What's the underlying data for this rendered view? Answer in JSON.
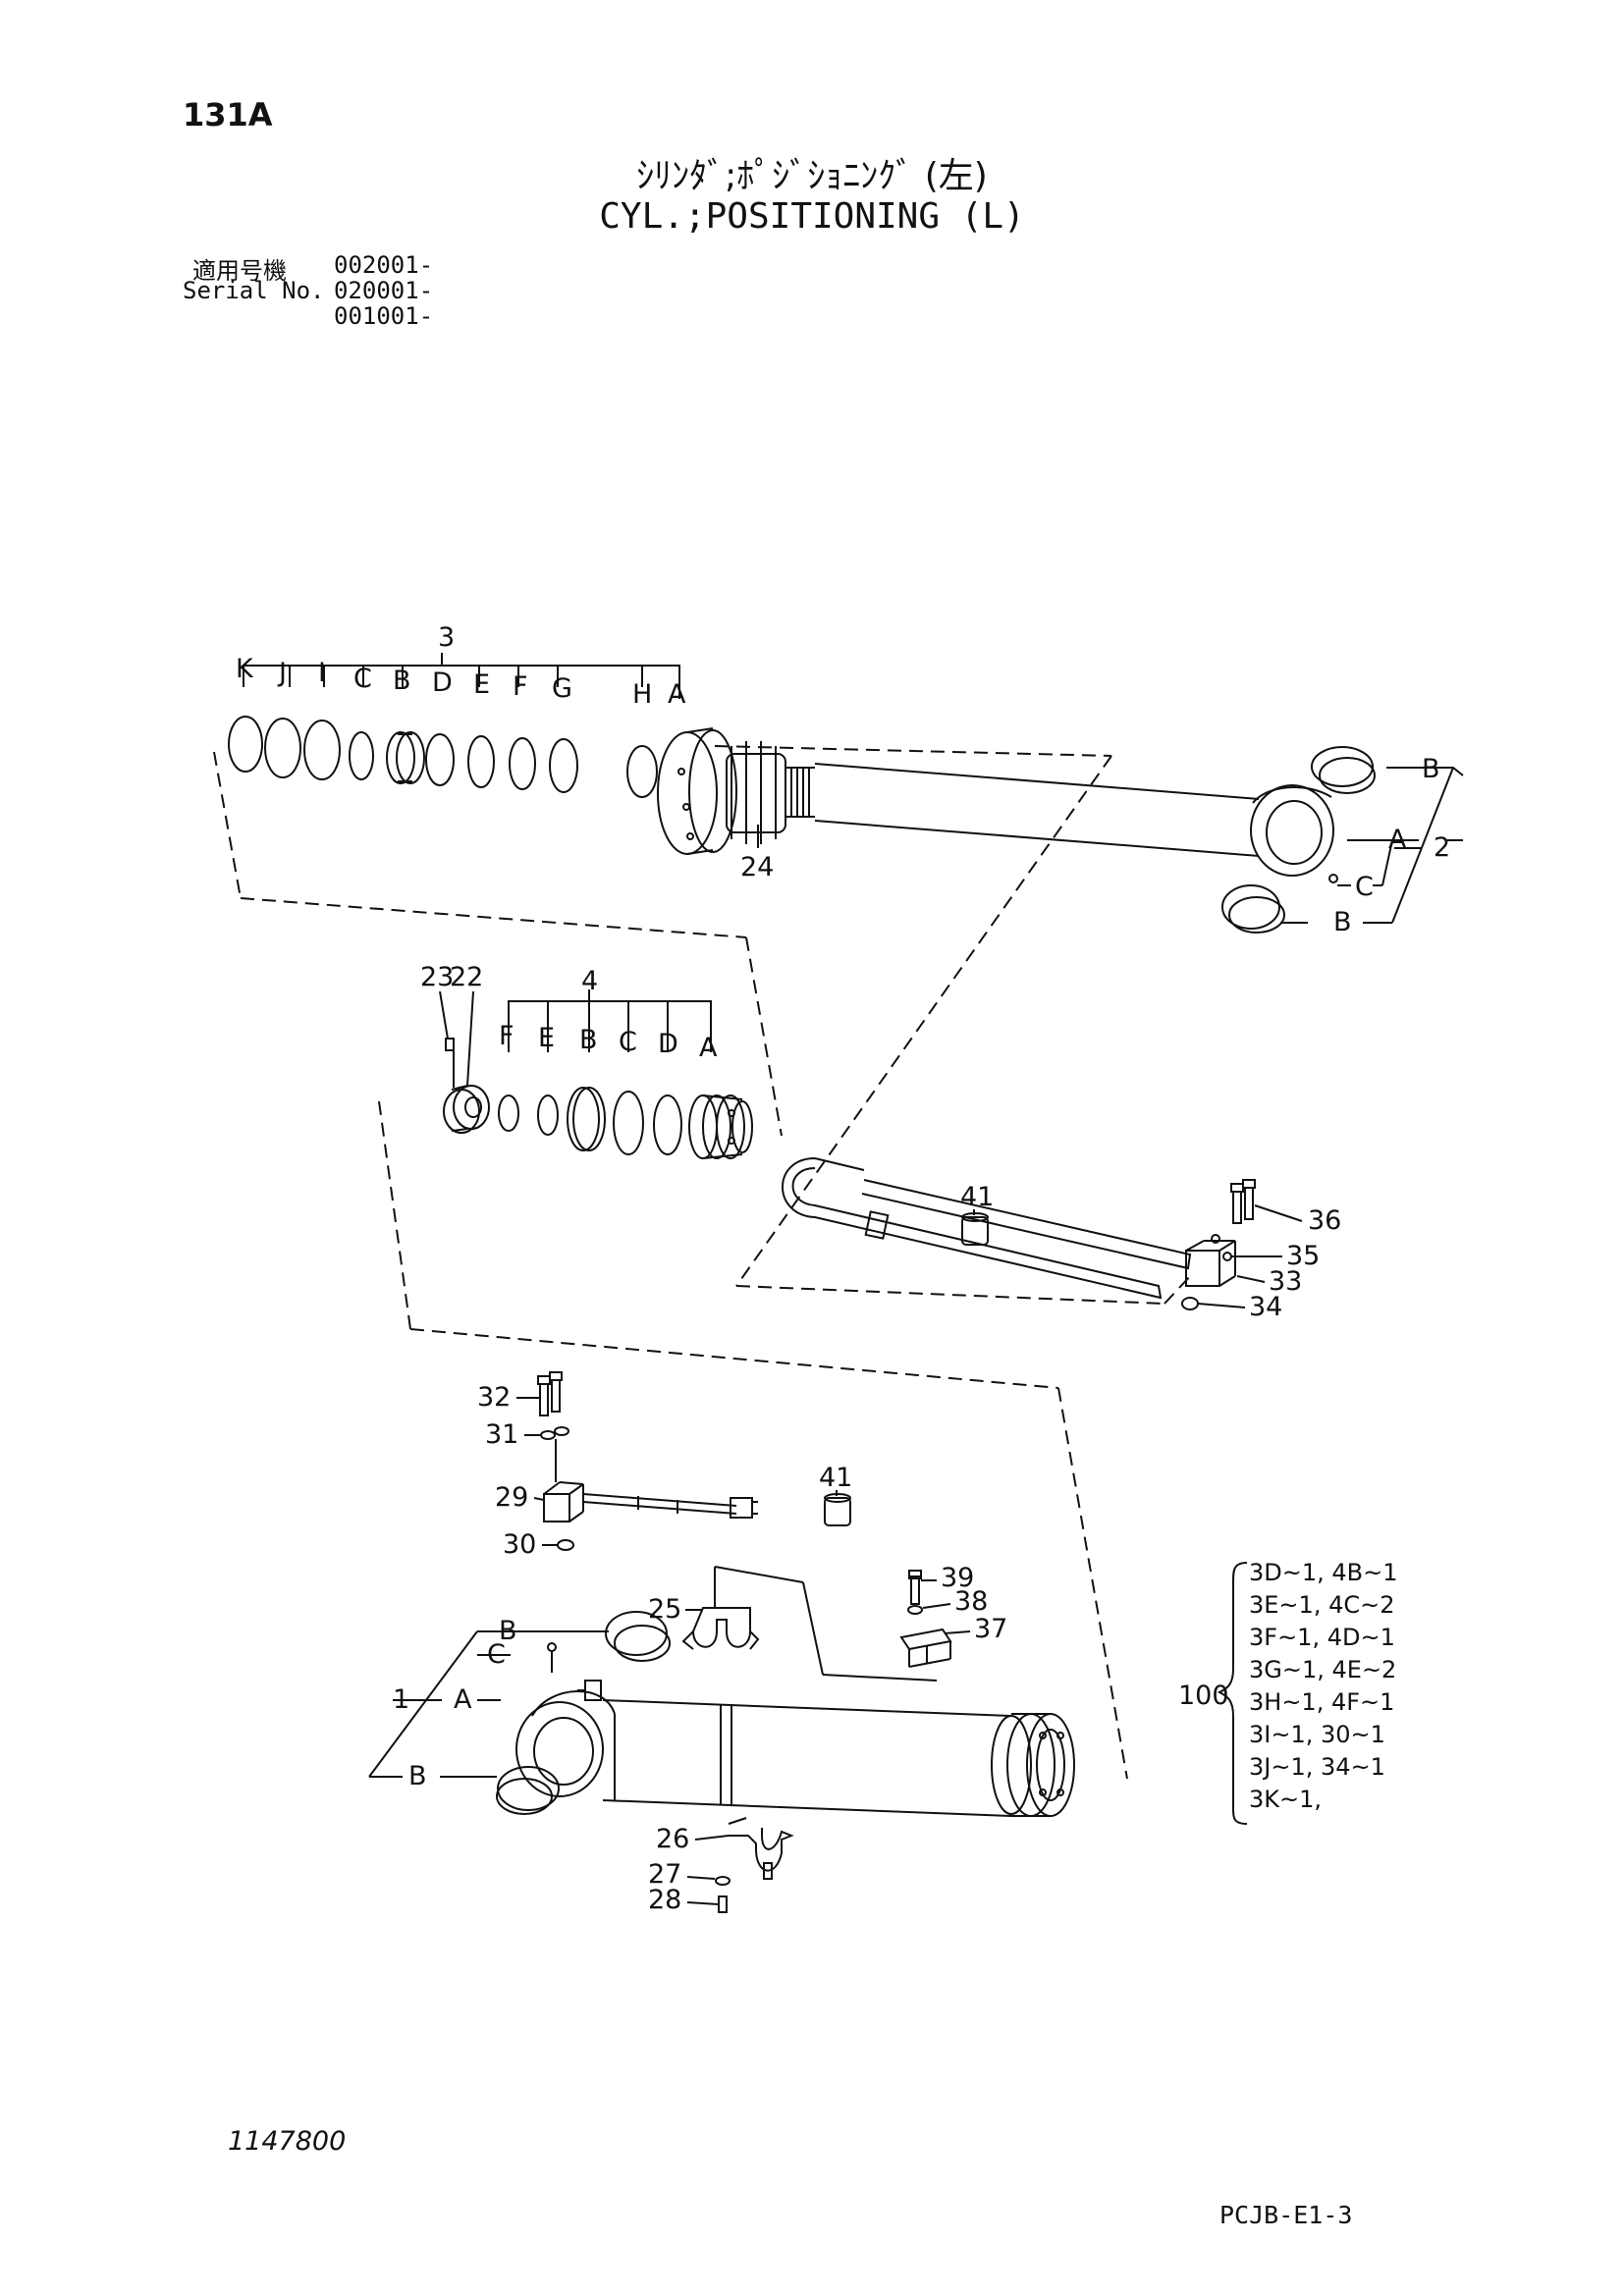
{
  "header": {
    "page_code": "131A",
    "title_jp": "ｼﾘﾝﾀﾞ;ﾎﾟｼﾞｼｮﾆﾝｸﾞ (左)",
    "title_en": "CYL.;POSITIONING (L)",
    "serial_label_jp": "適用号機",
    "serial_label_en": "Serial No.",
    "serial_numbers": [
      "002001-",
      "020001-",
      "001001-"
    ]
  },
  "footer": {
    "drawing_number": "1147800",
    "sheet_code": "PCJB-E1-3"
  },
  "callouts": {
    "rod_seal_kit": "3",
    "piston_seal_kit": "4",
    "rod_assembly": "2",
    "cylinder_assembly": "1",
    "kit_100": "100",
    "p22": "22",
    "p23": "23",
    "p24": "24",
    "p25": "25",
    "p26": "26",
    "p27": "27",
    "p28": "28",
    "p29": "29",
    "p30": "30",
    "p31": "31",
    "p32": "32",
    "p33": "33",
    "p34": "34",
    "p35": "35",
    "p36": "36",
    "p37": "37",
    "p38": "38",
    "p39": "39",
    "p41a": "41",
    "p41b": "41"
  },
  "letters": {
    "kit3": [
      "K",
      "J",
      "I",
      "C",
      "B",
      "D",
      "E",
      "F",
      "G",
      "H",
      "A"
    ],
    "kit4": [
      "F",
      "E",
      "B",
      "C",
      "D",
      "A"
    ],
    "rod": [
      "B",
      "A",
      "C",
      "B"
    ],
    "tube": [
      "B",
      "C",
      "A",
      "B"
    ]
  },
  "kit_100_contents": [
    "3D~1, 4B~1",
    "3E~1, 4C~2",
    "3F~1, 4D~1",
    "3G~1, 4E~2",
    "3H~1, 4F~1",
    "3I~1, 30~1",
    "3J~1, 34~1",
    "3K~1,"
  ]
}
